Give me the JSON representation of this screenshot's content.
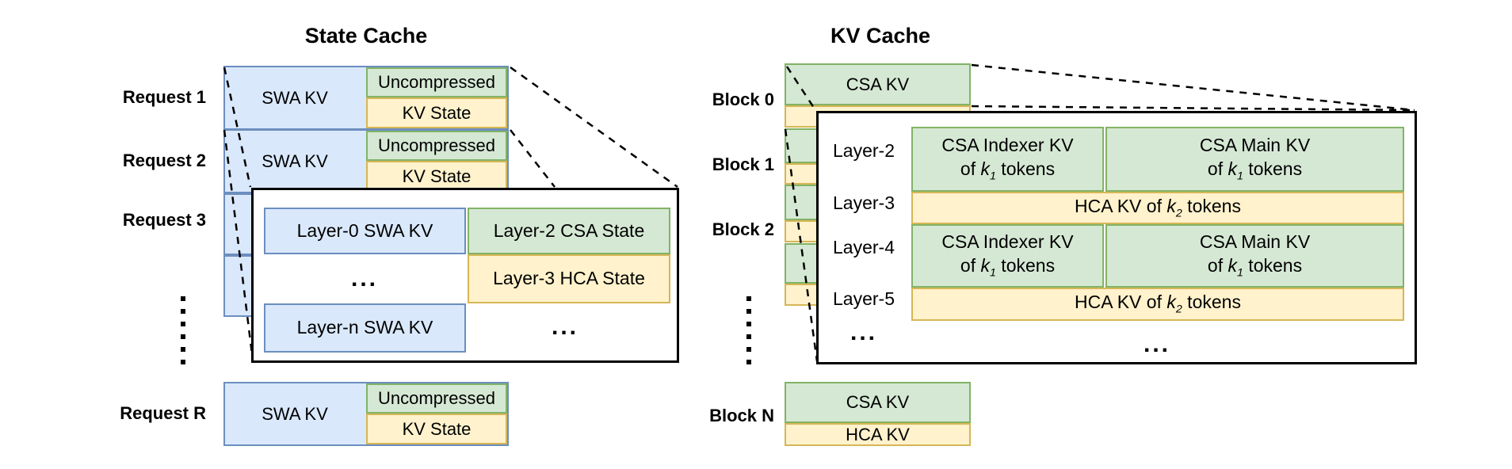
{
  "left": {
    "title": "State Cache",
    "row_labels": [
      "Request 1",
      "Request 2",
      "Request 3",
      "Request R"
    ],
    "cells": {
      "swa": "SWA KV",
      "uncompressed": "Uncompressed",
      "kv_state": "KV State"
    },
    "detail": {
      "layer0": "Layer-0 SWA KV",
      "layer2": "Layer-2 CSA State",
      "layer3": "Layer-3 HCA State",
      "layern": "Layer-n SWA KV",
      "ellipsis": "..."
    }
  },
  "right": {
    "title": "KV Cache",
    "block_labels": [
      "Block 0",
      "Block 1",
      "Block 2",
      "Block N"
    ],
    "cells": {
      "csa": "CSA KV",
      "hca": "HCA KV"
    },
    "detail": {
      "layer_labels": [
        "Layer-2",
        "Layer-3",
        "Layer-4",
        "Layer-5"
      ],
      "indexer_title": "CSA Indexer KV",
      "main_title": "CSA Main KV",
      "frag": {
        "of": "of ",
        "k": "k",
        "s1": "1",
        "s2": "2",
        "tokens": " tokens",
        "hca_of": "HCA KV of "
      },
      "ellipsis": "..."
    }
  },
  "colors": {
    "blue_fill": "#dae8fc",
    "blue_stroke": "#6c8ebf",
    "green_fill": "#d5e8d4",
    "green_stroke": "#82b366",
    "yellow_fill": "#fff2cc",
    "yellow_stroke": "#d6b656"
  }
}
